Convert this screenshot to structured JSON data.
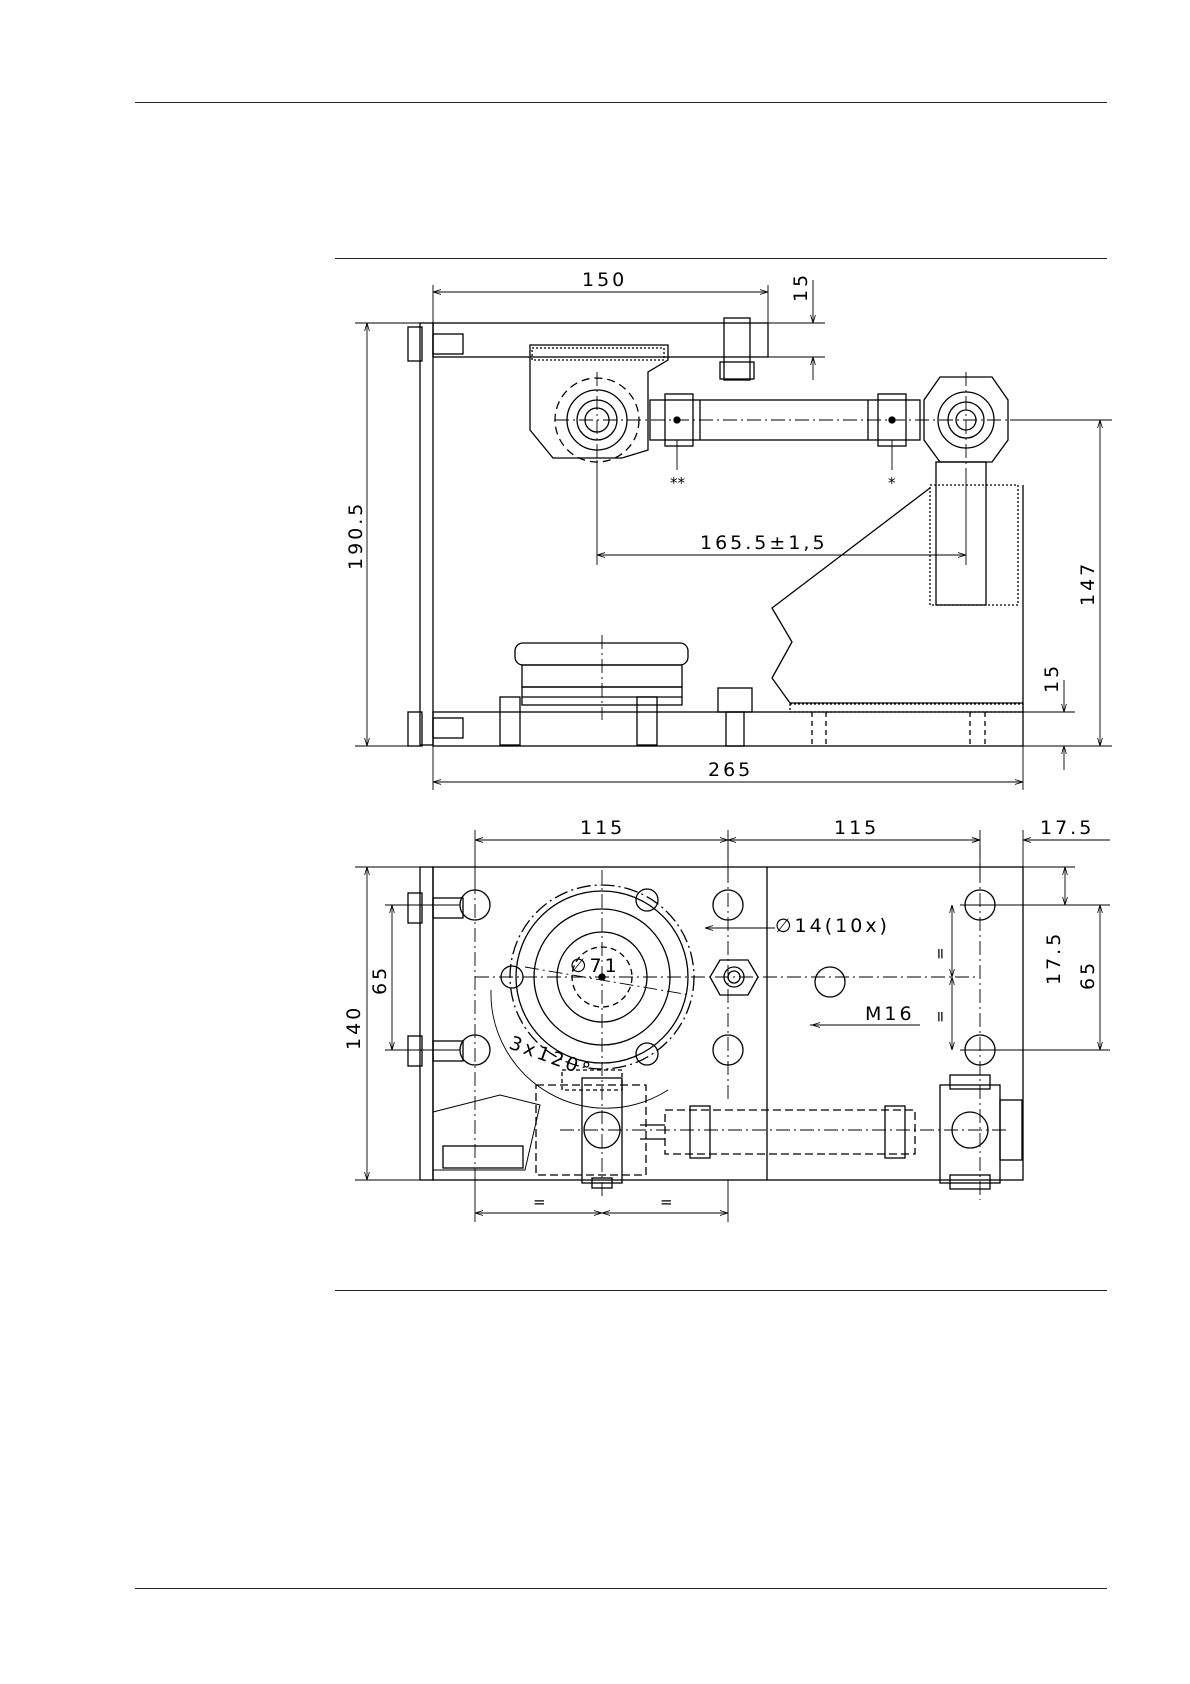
{
  "side_view": {
    "width_150": "150",
    "height_15_top": "15",
    "height_190_5": "190.5",
    "distance_165_5": "165.5±1,5",
    "marker_double": "**",
    "marker_single": "*",
    "height_147": "147",
    "height_15_bottom": "15",
    "length_265": "265"
  },
  "plan_view": {
    "span_115_left": "115",
    "span_115_right": "115",
    "offset_17_5_top": "17.5",
    "hole_spec": "∅14(10x)",
    "diameter_71": "∅71",
    "pattern_3x120": "3x120°",
    "thread_m16": "M16",
    "equal_v1": "=",
    "equal_v2": "=",
    "offset_17_5_right": "17.5",
    "height_65_right": "65",
    "height_65_left": "65",
    "height_140": "140",
    "equal_h1": "=",
    "equal_h2": "="
  }
}
